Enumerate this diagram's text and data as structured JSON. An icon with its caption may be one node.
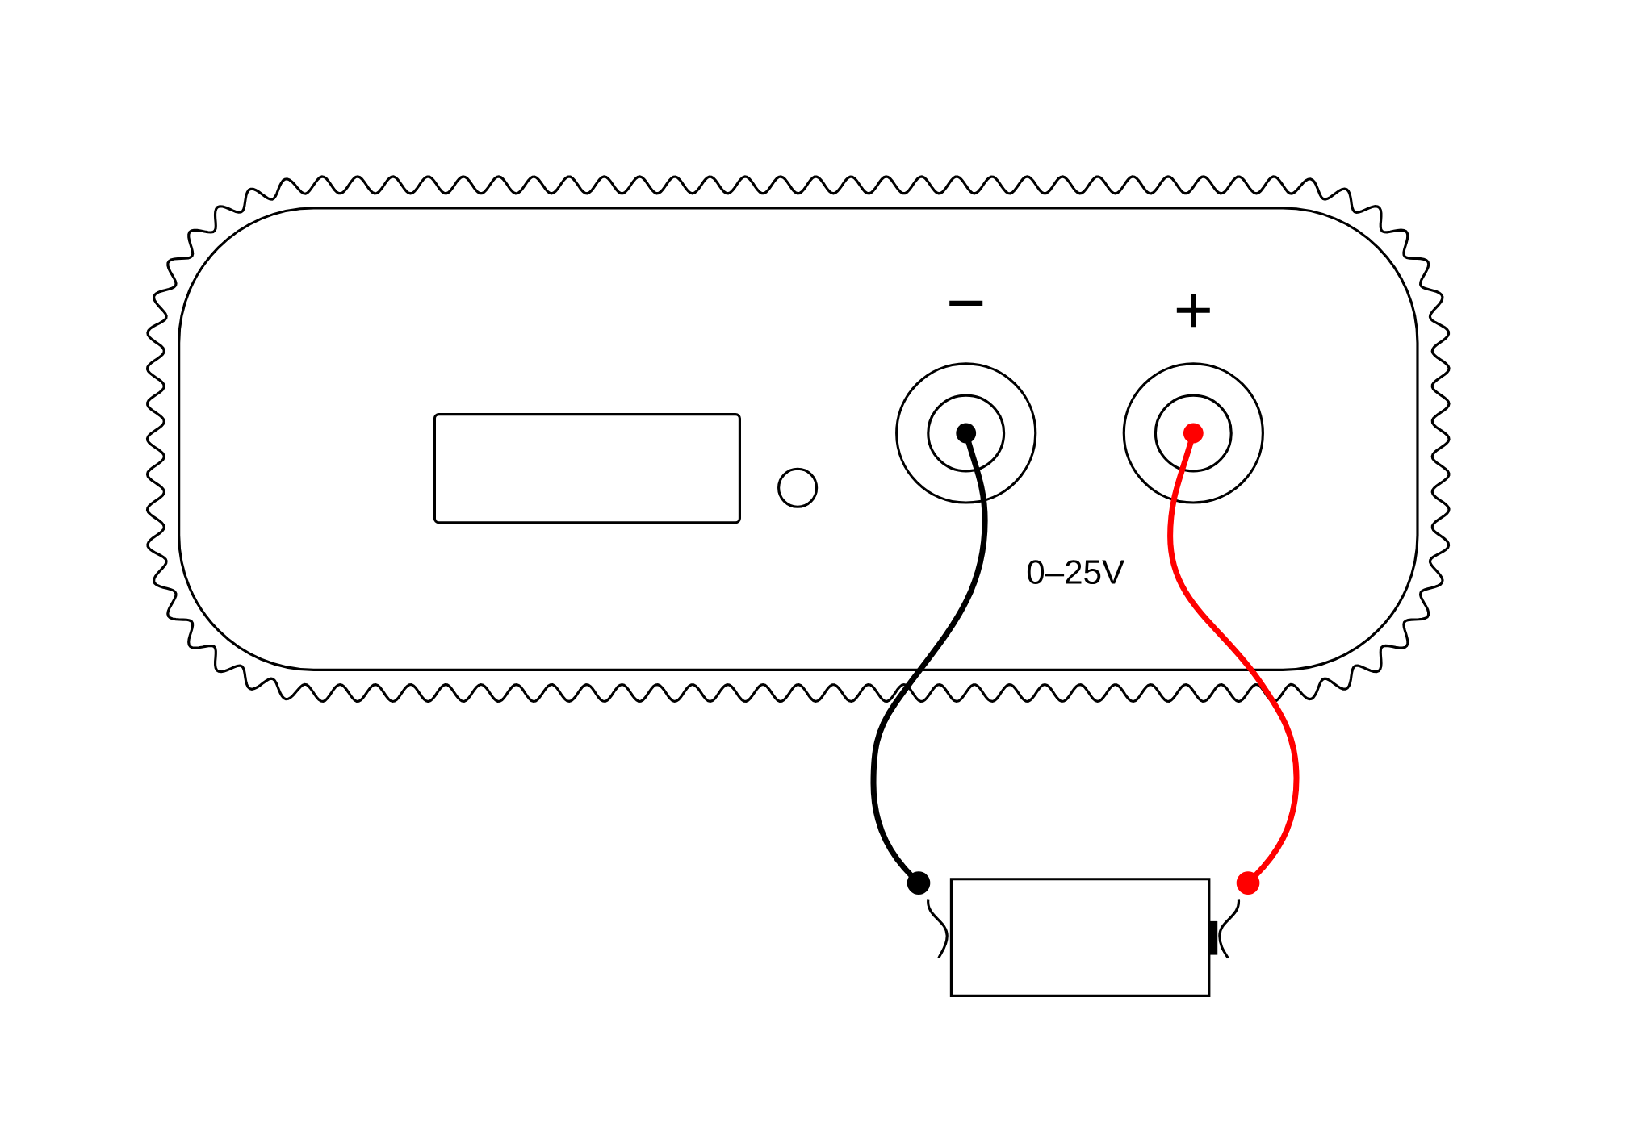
{
  "diagram": {
    "nodes": [
      {
        "text": [
          "0–25V"
        ]
      },
      {
        "text": [
          "−"
        ],
        "in": 0
      },
      {
        "text": [
          "+"
        ],
        "in": 0
      },
      {
        "text": [],
        "shape": "box"
      }
    ],
    "edges": [
      {
        "from": 1,
        "to": 3,
        "arrow": "other"
      },
      {
        "from": 2,
        "to": 3,
        "arrow": "other",
        "color": "#ff0000"
      }
    ]
  }
}
